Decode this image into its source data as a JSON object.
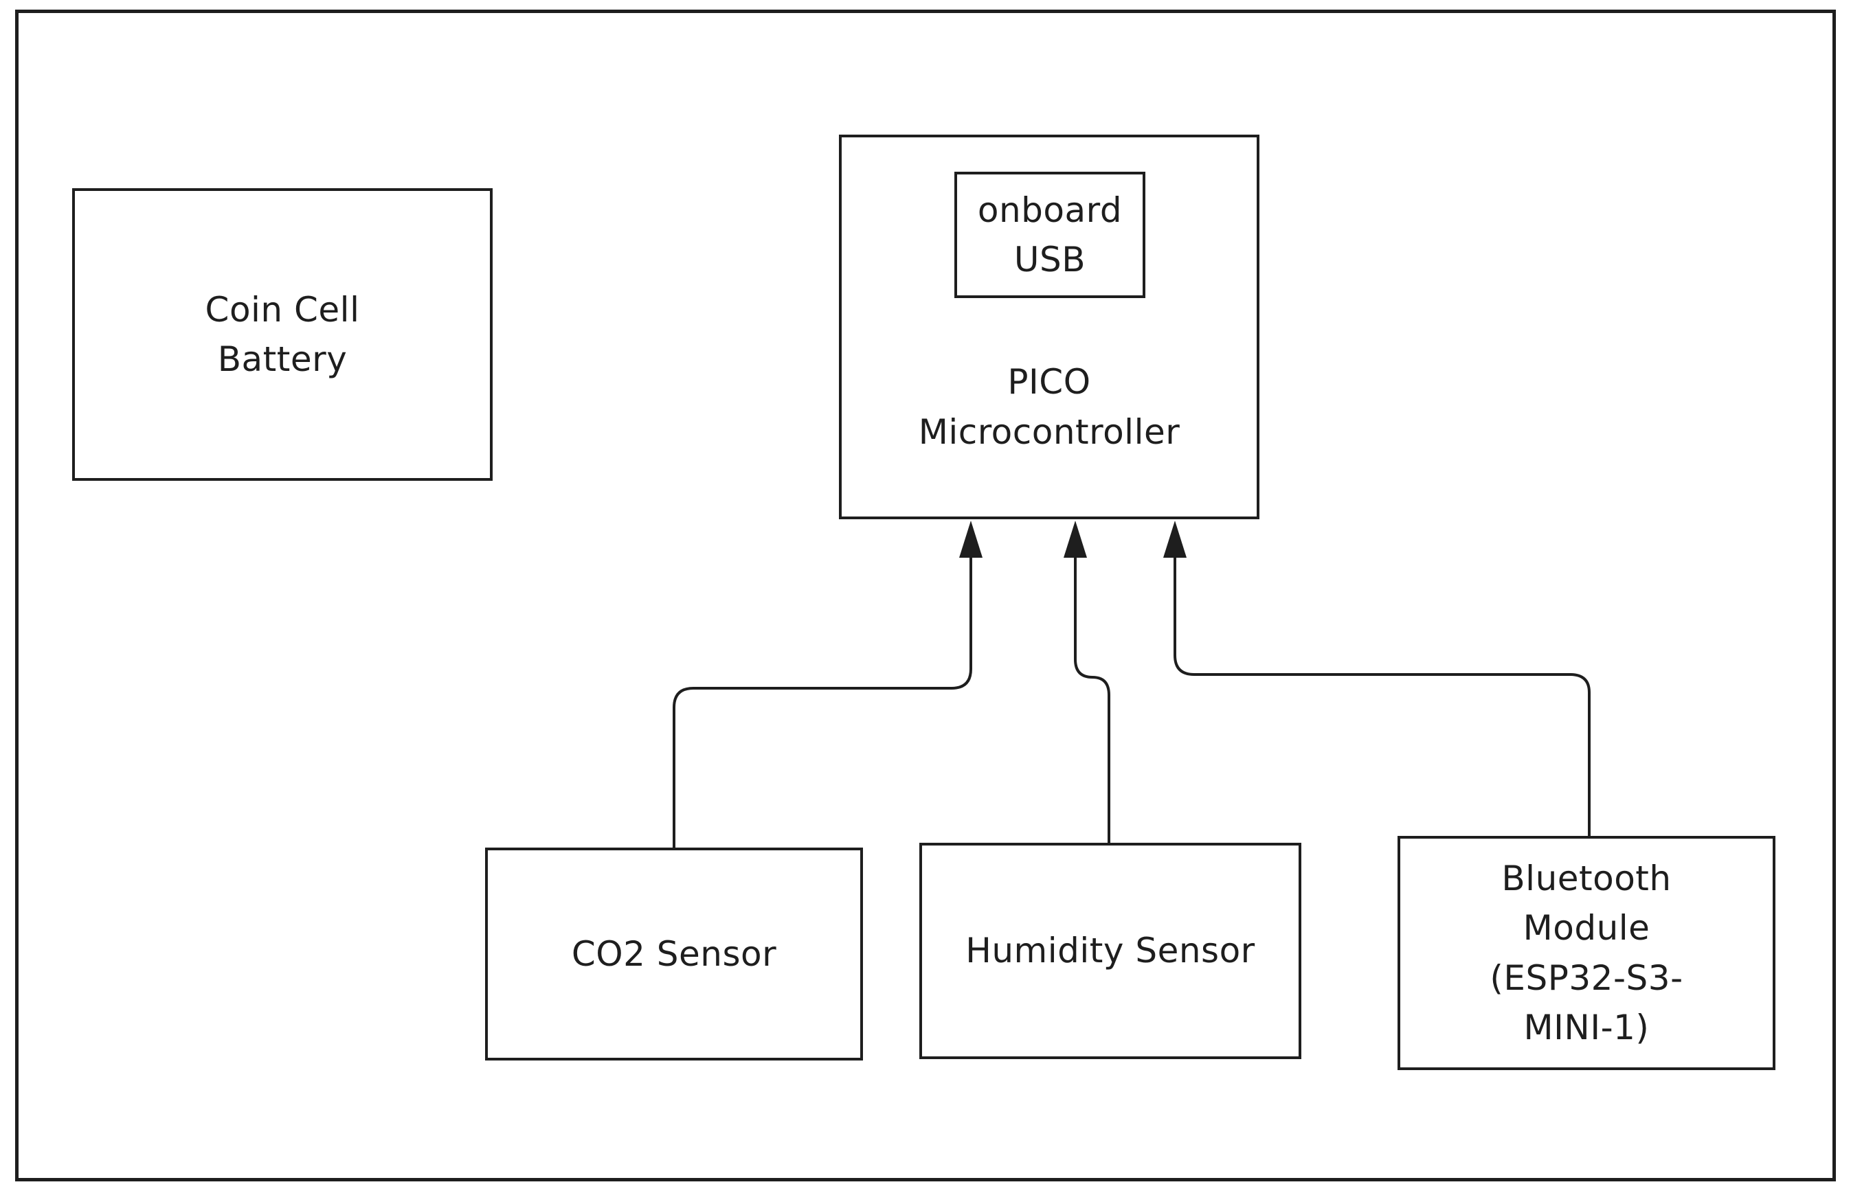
{
  "diagram": {
    "background": "#ffffff",
    "stroke_color": "#1e1e1e",
    "nodes": {
      "coin_cell_battery": {
        "label": "Coin Cell\nBattery"
      },
      "pico_microcontroller": {
        "label": "PICO\nMicrocontroller"
      },
      "onboard_usb": {
        "label": "onboard\nUSB"
      },
      "co2_sensor": {
        "label": "CO2 Sensor"
      },
      "humidity_sensor": {
        "label": "Humidity Sensor"
      },
      "bluetooth_module": {
        "label": "Bluetooth\nModule\n(ESP32-S3-\nMINI-1)"
      }
    },
    "connections": [
      {
        "from": "co2_sensor",
        "to": "pico_microcontroller"
      },
      {
        "from": "humidity_sensor",
        "to": "pico_microcontroller"
      },
      {
        "from": "bluetooth_module",
        "to": "pico_microcontroller"
      }
    ]
  }
}
